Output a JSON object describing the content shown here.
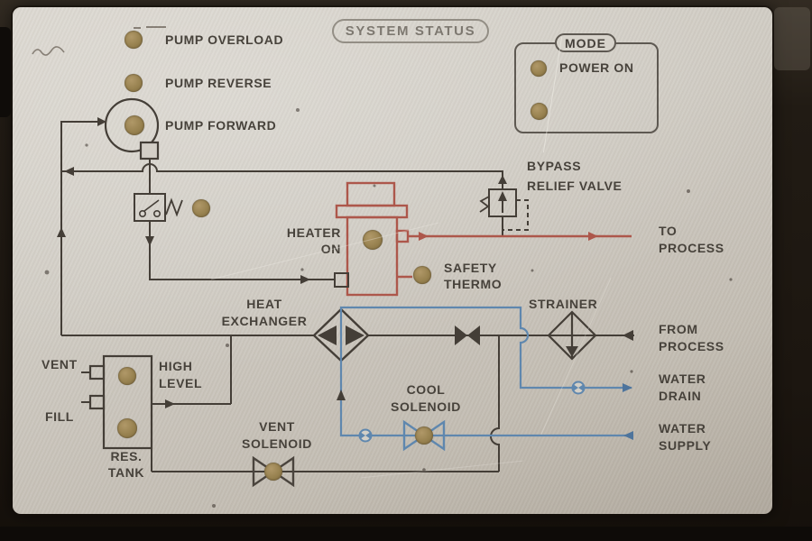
{
  "title": "SYSTEM STATUS",
  "mode": {
    "label": "MODE",
    "power_on": "POWER ON"
  },
  "labels": {
    "pump_overload": "PUMP OVERLOAD",
    "pump_reverse": "PUMP REVERSE",
    "pump_forward": "PUMP FORWARD",
    "bypass1": "BYPASS",
    "bypass2": "RELIEF VALVE",
    "heater1": "HEATER",
    "heater2": "ON",
    "safety1": "SAFETY",
    "safety2": "THERMO",
    "hx1": "HEAT",
    "hx2": "EXCHANGER",
    "strainer": "STRAINER",
    "cool1": "COOL",
    "cool2": "SOLENOID",
    "vent_sol1": "VENT",
    "vent_sol2": "SOLENOID",
    "res1": "RES.",
    "res2": "TANK",
    "high1": "HIGH",
    "high2": "LEVEL",
    "vent": "VENT",
    "fill": "FILL"
  },
  "io": {
    "to1": "TO",
    "to2": "PROCESS",
    "from1": "FROM",
    "from2": "PROCESS",
    "drain1": "WATER",
    "drain2": "DRAIN",
    "supply1": "WATER",
    "supply2": "SUPPLY"
  },
  "colors": {
    "panel": "#cfcac2",
    "line_dark": "#443e37",
    "line_red": "#ad574b",
    "line_blue": "#5f87ae",
    "led": "#97814f",
    "text": "#47423b"
  }
}
